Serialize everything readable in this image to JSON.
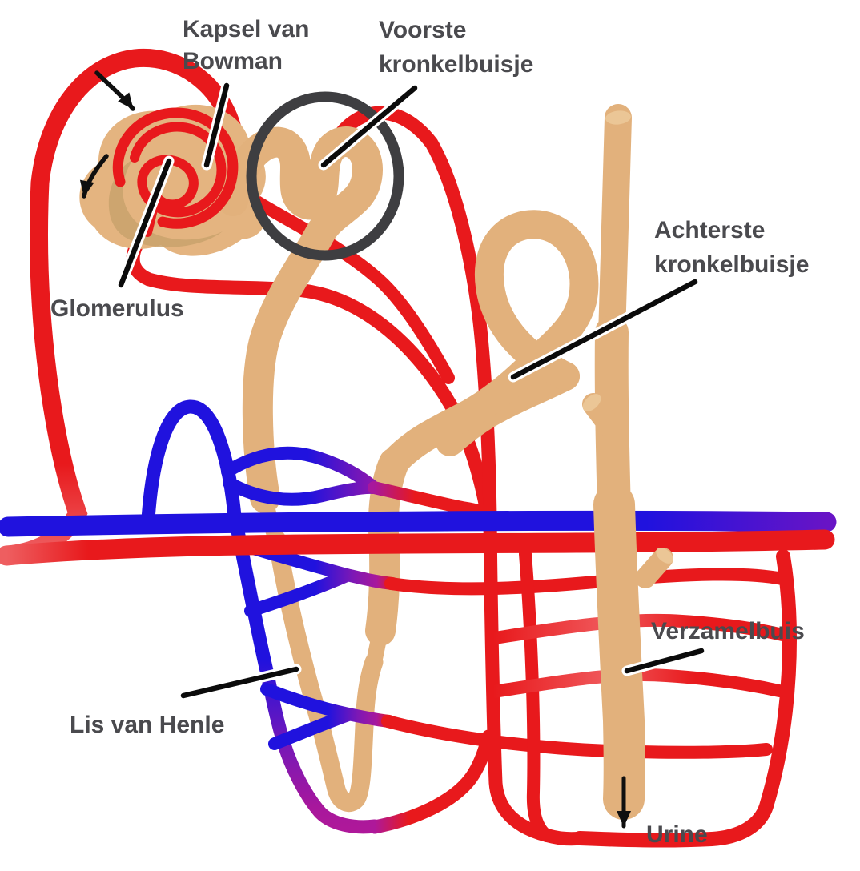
{
  "diagram": {
    "title": "Nefron (nephron) schematic with Dutch labels",
    "labels": {
      "kapsel": {
        "line1": "Kapsel van",
        "line2": "Bowman"
      },
      "voorste": {
        "line1": "Voorste",
        "line2": "kronkelbuisje"
      },
      "achterste": {
        "line1": "Achterste",
        "line2": "kronkelbuisje"
      },
      "glomerulus": "Glomerulus",
      "lis": "Lis van Henle",
      "verzamelbuis": "Verzamelbuis",
      "urine": "Urine"
    },
    "colors": {
      "artery_red": "#E8191C",
      "vein_blue": "#2012DE",
      "transition_purple": "#7518B8",
      "transition_magenta": "#A8179C",
      "tubule_tan": "#E2B17C",
      "tubule_tan_light": "#EBC696",
      "capsule_shadow": "#C9A26C",
      "highlight_ring_gray": "#3E3E41",
      "label_gray": "#4A4A4E",
      "pointer_black": "#0B0B0B"
    },
    "annotations": {
      "flow_arrows": "two curved black arrows at glomerulus, one straight black arrow at collecting duct outlet",
      "highlight": "dark gray circle around proximal convoluted tubule"
    }
  }
}
